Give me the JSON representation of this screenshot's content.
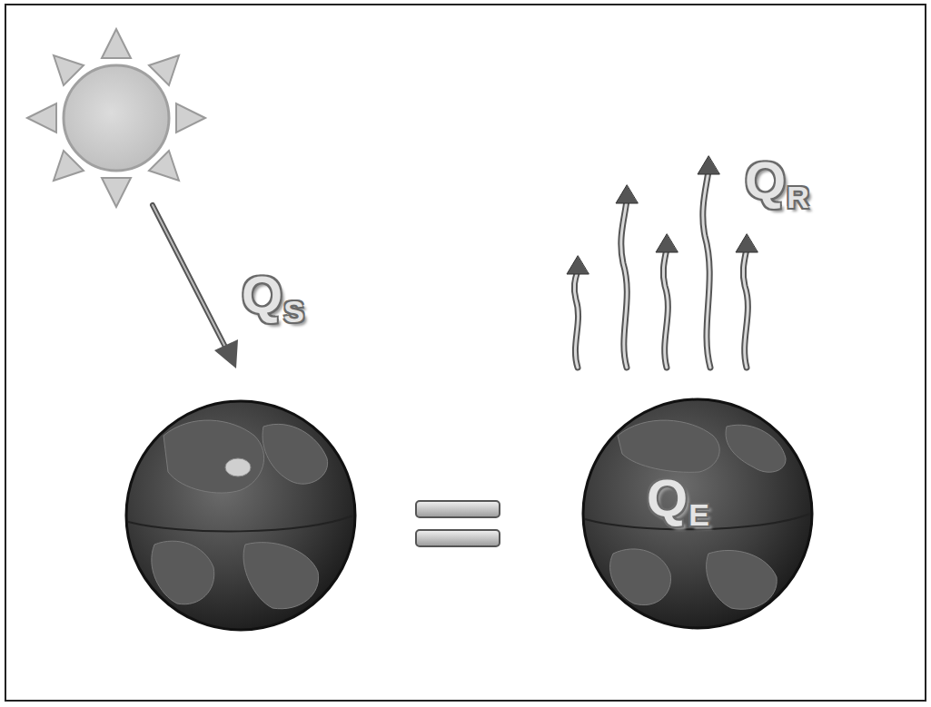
{
  "diagram": {
    "labels": [
      "QS",
      "QR",
      "QE"
    ]
  }
}
